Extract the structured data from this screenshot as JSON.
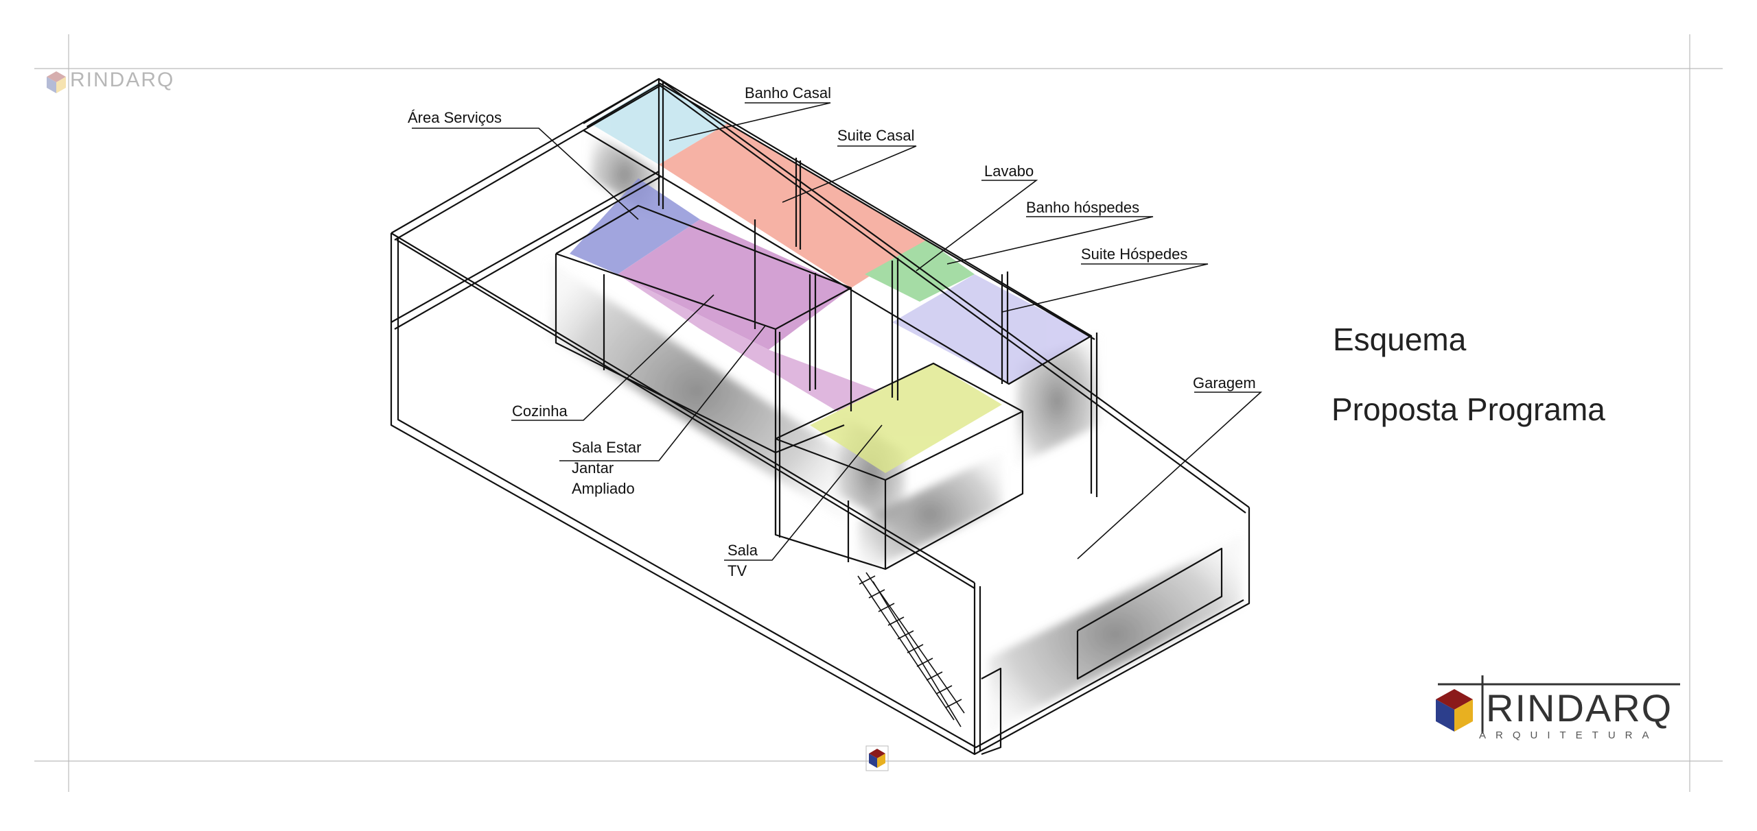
{
  "titles": {
    "line1": "Esquema",
    "line2": "Proposta  Programa"
  },
  "labels": {
    "banho_casal": "Banho Casal",
    "area_servicos": "Área Serviços",
    "suite_casal": "Suite Casal",
    "lavabo": "Lavabo",
    "banho_hospedes": "Banho hóspedes",
    "suite_hospedes": "Suite Hóspedes",
    "garagem": "Garagem",
    "cozinha": "Cozinha",
    "sala_estar_1": "Sala Estar",
    "sala_estar_2": "Jantar",
    "sala_estar_3": "Ampliado",
    "sala_tv_1": "Sala",
    "sala_tv_2": "TV"
  },
  "logo": {
    "word": "RINDARQ",
    "sub": "ARQUITETURA",
    "icon": "cube-logo-icon"
  },
  "colors": {
    "banho_casal": "#bfe3ee",
    "suite_casal": "#f4a08f",
    "area_servicos": "#8a8fd6",
    "cozinha": "#c98ac9",
    "sala_estar": "#d8a6d6",
    "lavabo": "#8fd48f",
    "suite_hospedes": "#c9c6f0",
    "sala_tv": "#dfe88a",
    "cube_red": "#8b1a1a",
    "cube_blue": "#2c3e8c",
    "cube_yellow": "#e8b020"
  }
}
